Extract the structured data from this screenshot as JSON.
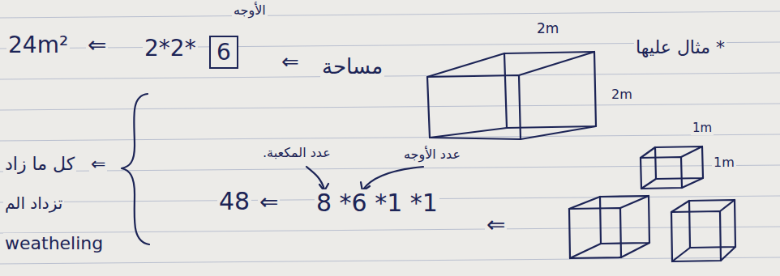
{
  "diagram": {
    "nodes": [
      {
        "text": [
          "6"
        ]
      }
    ],
    "labels": [
      "* مثال عليها",
      "2m",
      "2m",
      "مساحة",
      "⇐",
      "الأوجه",
      "2*2*",
      "⇐",
      "24m²",
      "1m",
      "1m",
      "⇐",
      "عدد الأوجه",
      "عدد المكعبة.",
      "8 *6 *1 *1",
      "⇐",
      "48",
      "كل ما زاد",
      "⇐",
      "تزداد الم",
      "weatheling"
    ]
  }
}
